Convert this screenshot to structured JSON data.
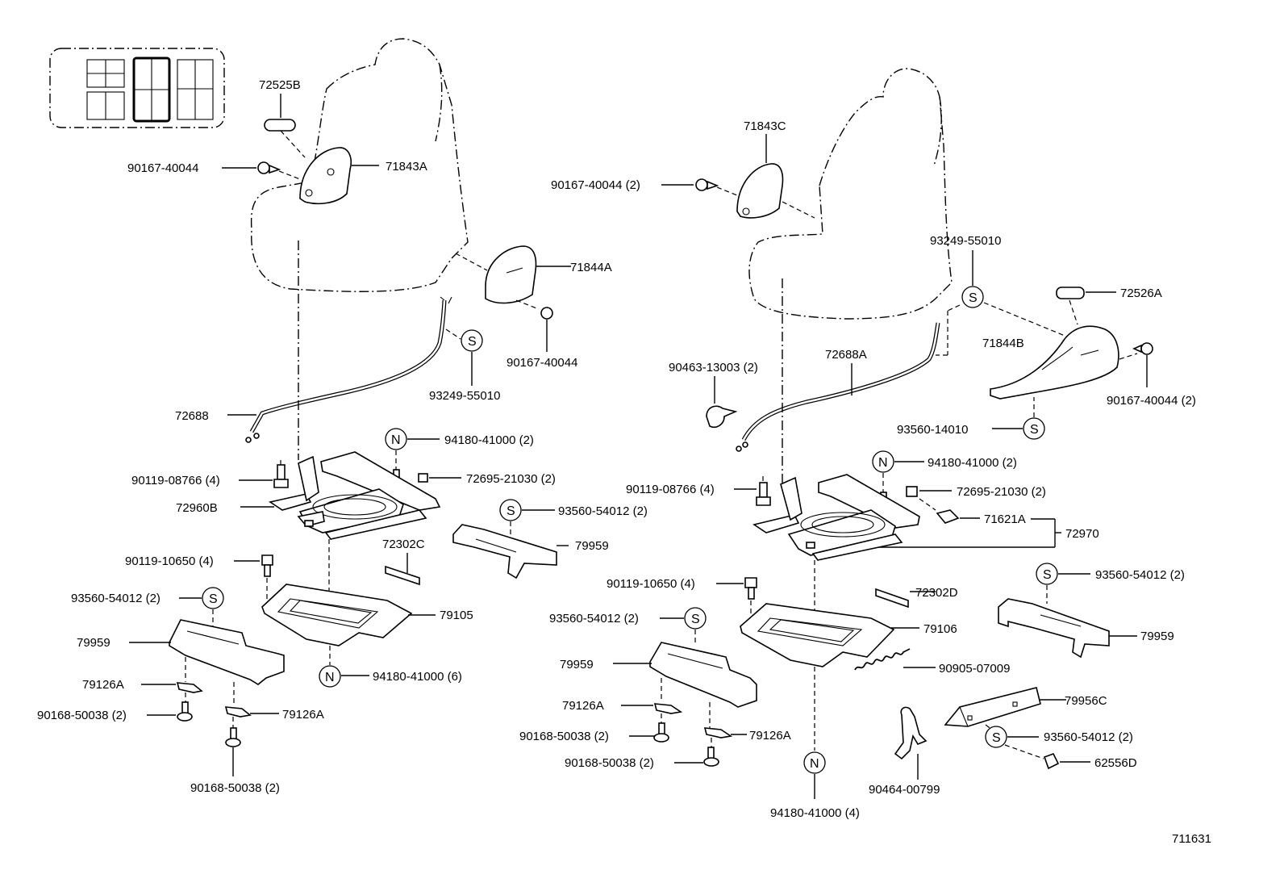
{
  "diagram_id": "711631",
  "badges": {
    "s": "S",
    "n": "N"
  },
  "left": {
    "labels": {
      "p72525B": "72525B",
      "p90167_a": "90167-40044",
      "p71843A": "71843A",
      "p71844A": "71844A",
      "p90167_b": "90167-40044",
      "p93249": "93249-55010",
      "p72688": "72688",
      "p94180_a": "94180-41000 (2)",
      "p90119_08766": "90119-08766 (4)",
      "p72695": "72695-21030 (2)",
      "p72960B": "72960B",
      "p93560_54012_a": "93560-54012 (2)",
      "p79959_a": "79959",
      "p72302C": "72302C",
      "p90119_10650": "90119-10650 (4)",
      "p93560_54012_b": "93560-54012 (2)",
      "p79105": "79105",
      "p79959_b": "79959",
      "p94180_b": "94180-41000 (6)",
      "p79126A_a": "79126A",
      "p90168_a": "90168-50038 (2)",
      "p79126A_b": "79126A",
      "p90168_b": "90168-50038 (2)"
    }
  },
  "right": {
    "labels": {
      "p71843C": "71843C",
      "p90167_c": "90167-40044 (2)",
      "p93249": "93249-55010",
      "p72526A": "72526A",
      "p71844B": "71844B",
      "p90167_d": "90167-40044 (2)",
      "p90463": "90463-13003 (2)",
      "p72688A": "72688A",
      "p93560_14010": "93560-14010",
      "p94180_a": "94180-41000 (2)",
      "p90119_08766": "90119-08766 (4)",
      "p72695": "72695-21030 (2)",
      "p71621A": "71621A",
      "p72970": "72970",
      "p90119_10650": "90119-10650 (4)",
      "p72302D": "72302D",
      "p93560_54012_a": "93560-54012 (2)",
      "p93560_54012_b": "93560-54012 (2)",
      "p79106": "79106",
      "p79959_a": "79959",
      "p79959_b": "79959",
      "p90905": "90905-07009",
      "p79126A_a": "79126A",
      "p79956C": "79956C",
      "p90168_a": "90168-50038 (2)",
      "p93560_54012_c": "93560-54012 (2)",
      "p79126A_b": "79126A",
      "p90168_b": "90168-50038 (2)",
      "p62556D": "62556D",
      "p90464": "90464-00799",
      "p94180_b": "94180-41000 (4)"
    }
  }
}
